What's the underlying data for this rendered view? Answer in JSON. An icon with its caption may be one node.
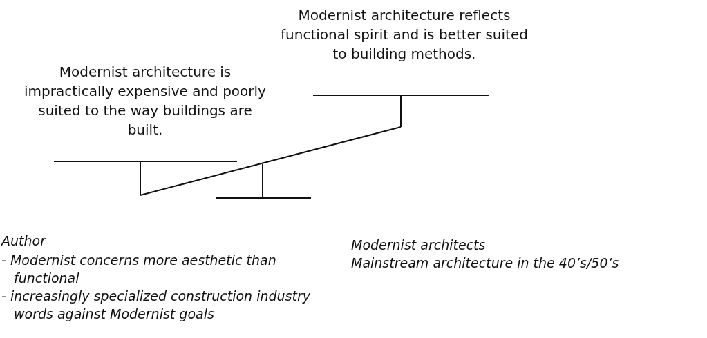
{
  "diagram": {
    "labels": [
      "Modernist architecture reflects functional spirit and is better suited to building methods.",
      "Modernist architecture is impractically expensive and poorly suited to the way buildings are built.",
      "Author",
      "- Modernist concerns more aesthetic than functional",
      "- increasingly specialized construction industry words against Modernist goals",
      "Modernist architects",
      "Mainstream architecture in the 40’s/50’s"
    ]
  }
}
